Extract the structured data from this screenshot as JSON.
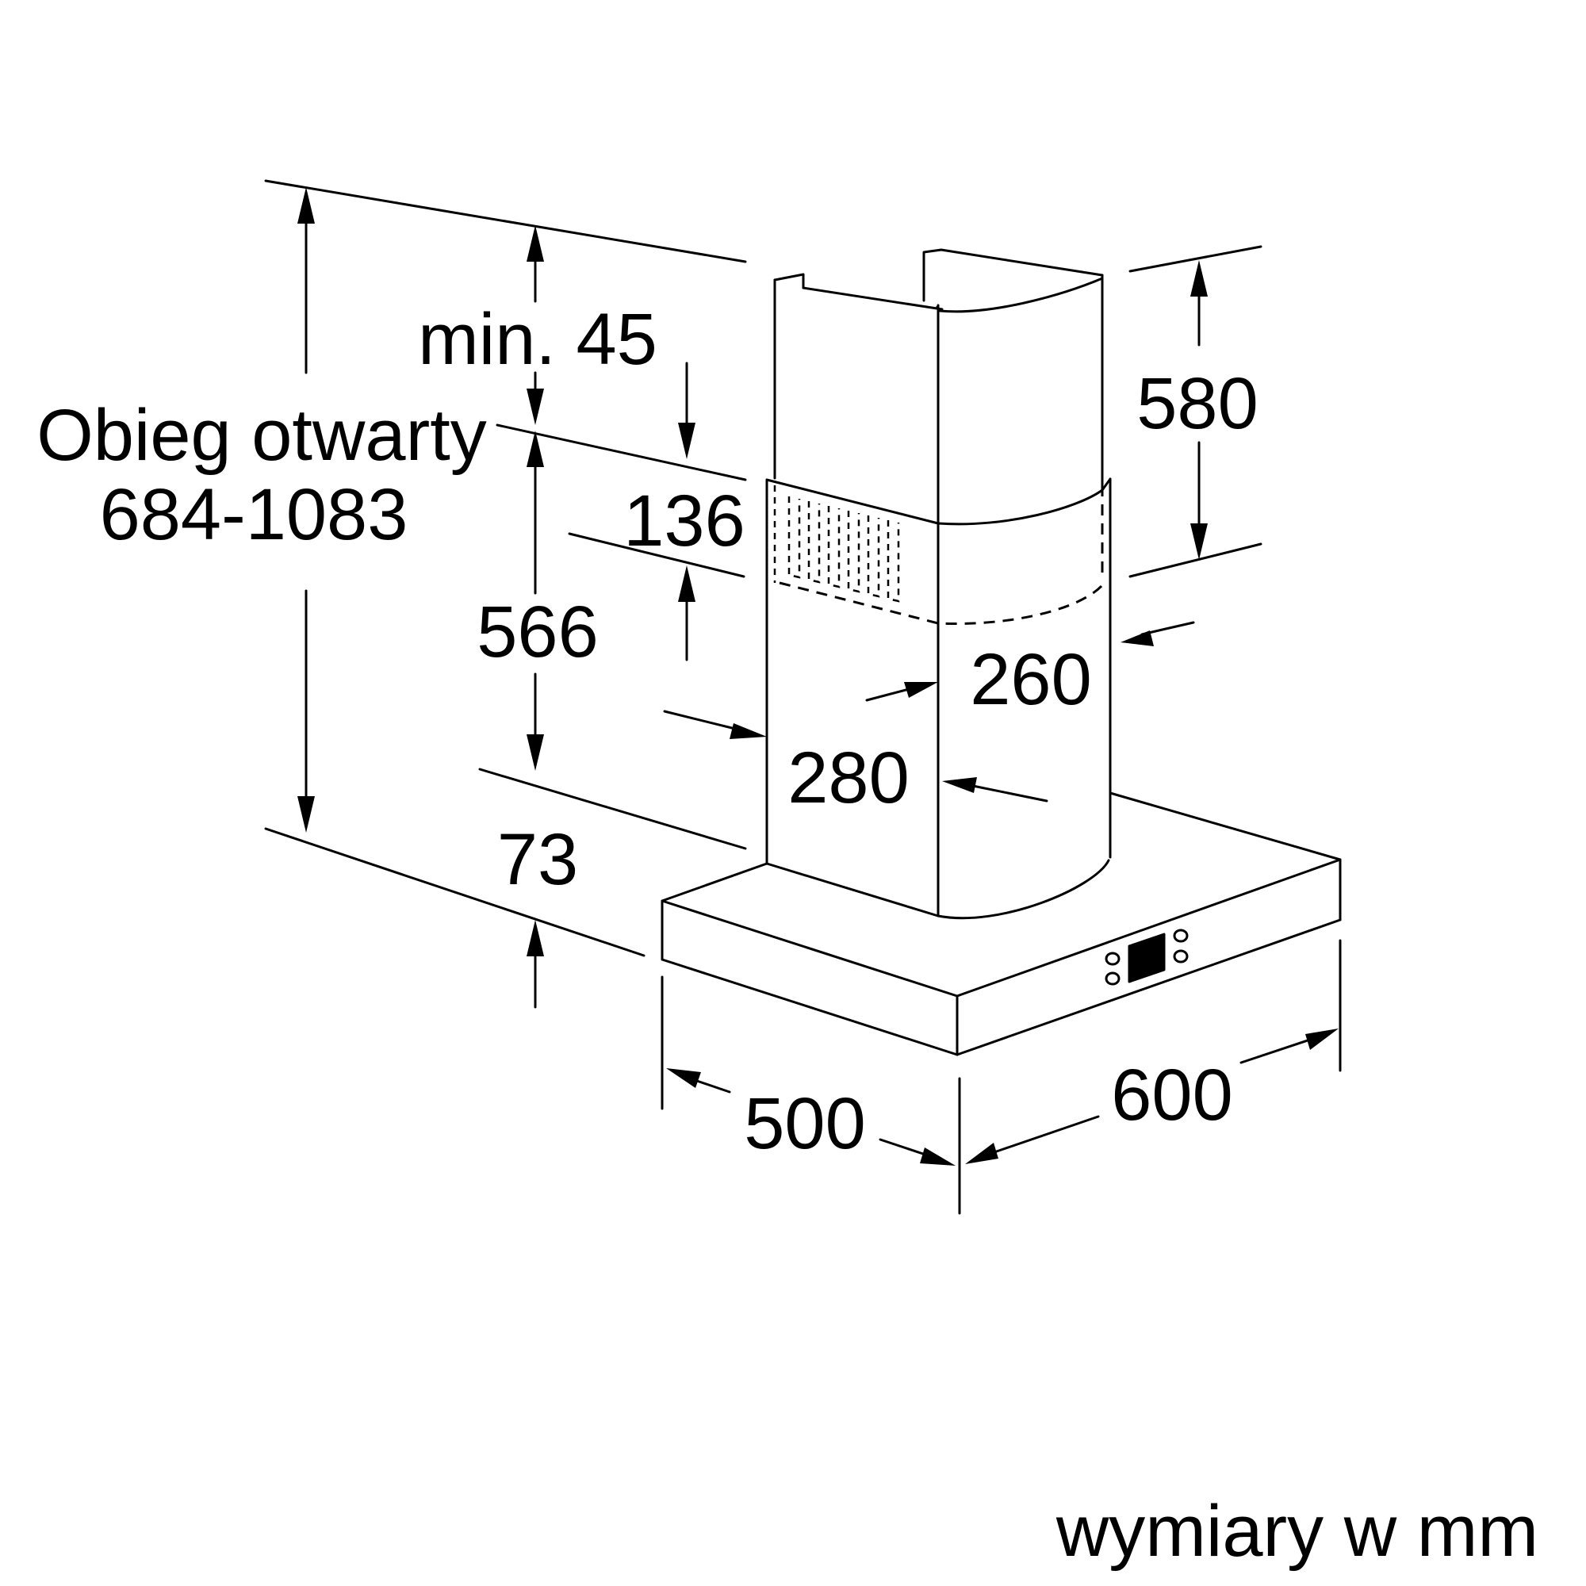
{
  "dimensions": {
    "min_gap": "min. 45",
    "circulation_label": "Obieg otwarty",
    "circulation_range": "684-1083",
    "upper_height": "136",
    "chimney_height": "566",
    "canopy_height": "73",
    "upper_chimney_height": "580",
    "chimney_width": "260",
    "chimney_depth": "280",
    "depth": "500",
    "width": "600"
  },
  "footer": {
    "units_note": "wymiary w mm"
  }
}
